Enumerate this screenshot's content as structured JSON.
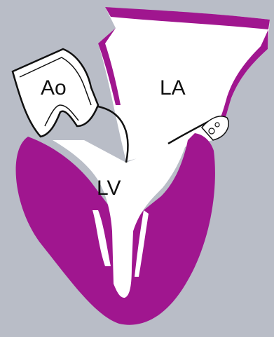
{
  "labels": {
    "aorta": "Ao",
    "left_atrium": "LA",
    "left_ventricle": "LV"
  },
  "colors": {
    "background": "#b9bdc7",
    "myocardium": "#a0168f",
    "chamber": "#ffffff",
    "outline": "#111111"
  }
}
